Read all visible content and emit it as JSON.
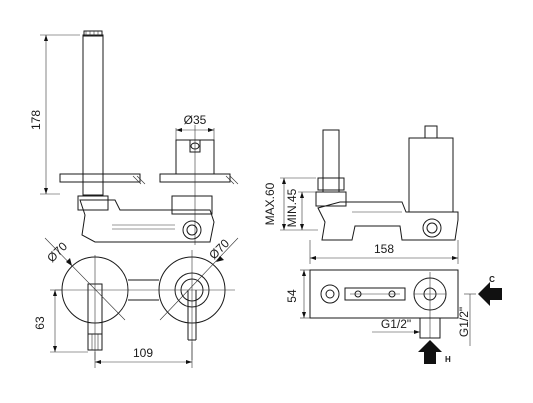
{
  "dimensions": {
    "spout_height": "178",
    "body_diameter": "Ø35",
    "plate_left": "Ø70",
    "plate_right": "Ø70",
    "projection": "109",
    "plate_offset": "63",
    "max_depth": "MAX.60",
    "min_depth": "MIN.45",
    "box_width": "158",
    "box_height": "54",
    "outlet_thread": "G1/2\"",
    "inlet_thread": "G1/2\""
  },
  "flow_labels": {
    "cold": "C",
    "hot": "H"
  },
  "colors": {
    "line": "#1a1a1a",
    "arrow": "#111111",
    "background": "#ffffff"
  }
}
